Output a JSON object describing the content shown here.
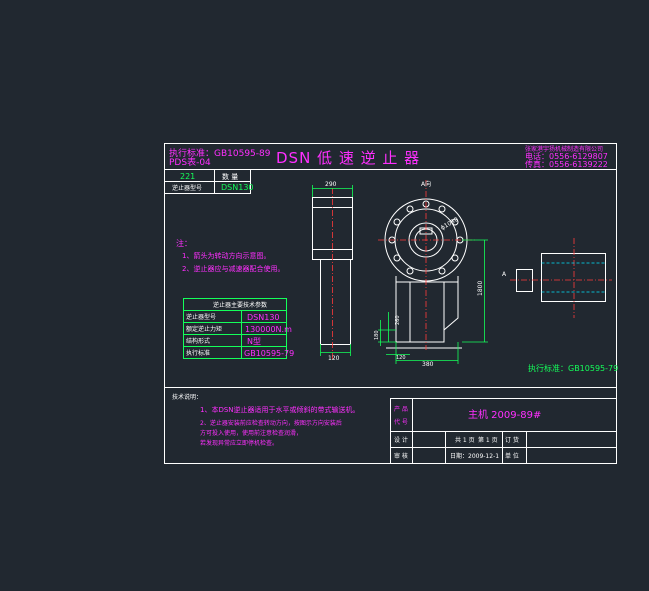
{
  "colors": {
    "background": "#212830",
    "frame": "#ffffff",
    "title": "#ff2fff",
    "dimension": "#14ff5a",
    "text_white": "#ffffff",
    "center_line": "#ff3b3b",
    "hatch": "#00e5ff"
  },
  "header": {
    "standard": "执行标准：GB10595-89",
    "code": "PDS表-04",
    "title": "DSN  低 速 逆 止 器",
    "company": "张家港宇扬机械制造有限公司",
    "phone": "电话：0556-6129807",
    "fax": "传真：0556-6139222"
  },
  "spec_table": {
    "qty": "221",
    "qty_label": "数 量",
    "model_label": "逆止器型号",
    "model": "DSN130"
  },
  "notes": {
    "title": "注：",
    "line1": "1、箭头为转动方向示意图。",
    "line2": "2、逆止器应与减速器配合使用。"
  },
  "param_table": {
    "header": "逆止器主要技术参数",
    "rows": [
      {
        "label": "逆止器型号",
        "value": "DSN130"
      },
      {
        "label": "额定逆止力矩",
        "value": "130000N.m"
      },
      {
        "label": "结构形式",
        "value": "N型"
      },
      {
        "label": "执行标准",
        "value": "GB10595-79"
      }
    ]
  },
  "dims": {
    "top_width": "290",
    "side_a": "A向",
    "dia": "ϕ1050",
    "height": "1800",
    "left_small_1": "180",
    "left_small_2": "260",
    "bottom_1": "120",
    "bottom_2": "380",
    "shaft": "120",
    "right_a": "A"
  },
  "right_label": "执行标准：GB10595-79",
  "remarks": {
    "title": "技术说明：",
    "line1": "1、本DSN逆止器适用于水平或倾斜的带式输送机。",
    "line2": "2、逆止器安装前应检查转动方向，按图示方向安装后",
    "line3": "方可投入使用，使用前注意检查润滑，",
    "line4": "若发现异常应立即停机检查。"
  },
  "title_block": {
    "product_label": "产 品",
    "product_code_label": "代 号",
    "product_value": "主机 2009-89#",
    "design_label": "设 计",
    "total_label": "共 1 页",
    "page_label": "第 1 页",
    "check_label": "订 货",
    "audit_label": "审 核",
    "date_value": "日期：2009-12-1",
    "unit_label": "单 位"
  }
}
